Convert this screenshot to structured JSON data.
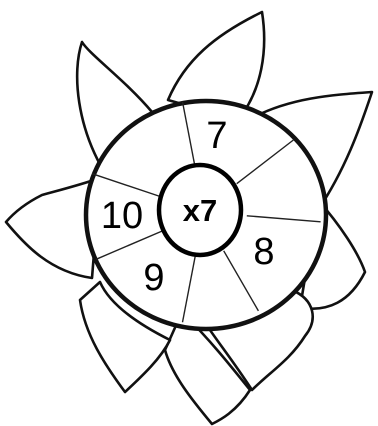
{
  "worksheet": {
    "center_label": "x7",
    "segments": [
      {
        "value": "7"
      },
      {
        "value": "8"
      },
      {
        "value": ""
      },
      {
        "value": "9"
      },
      {
        "value": "10"
      },
      {
        "value": ""
      }
    ]
  },
  "colors": {
    "ink": "#111111",
    "background": "#ffffff"
  }
}
